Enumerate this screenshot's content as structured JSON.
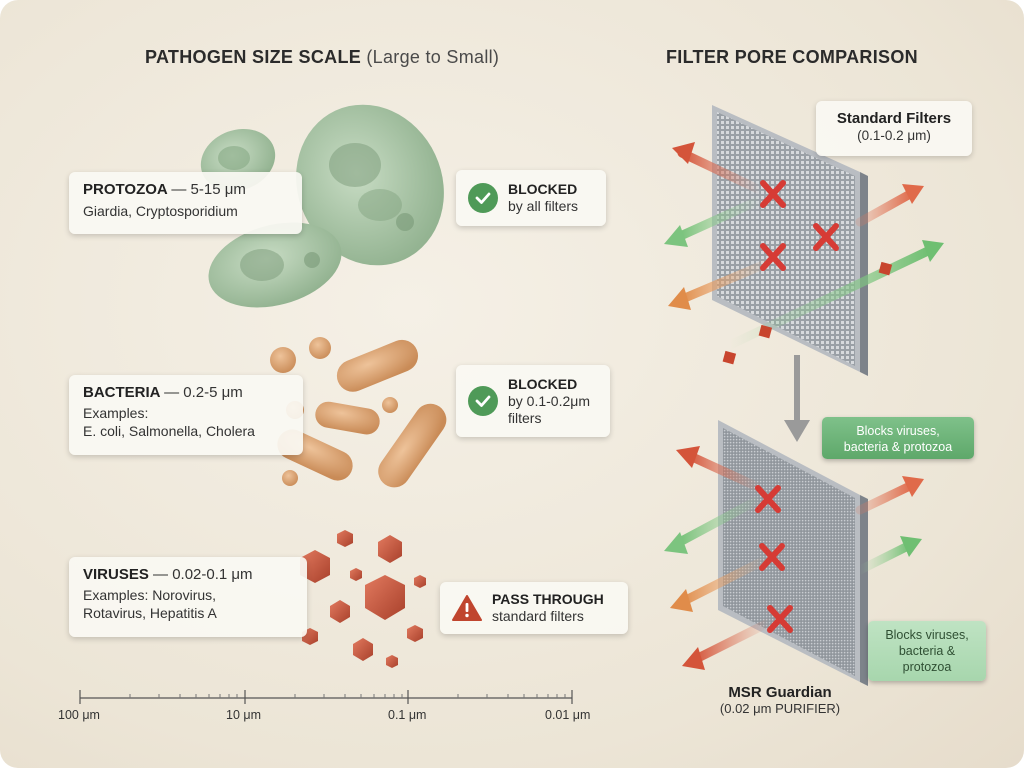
{
  "headings": {
    "left_bold": "PATHOGEN SIZE SCALE",
    "left_light": "(Large to Small)",
    "right": "FILTER PORE COMPARISON"
  },
  "pathogens": {
    "protozoa": {
      "name": "PROTOZOA",
      "range": "— 5-15 μm",
      "line1": "Giardia, Cryptosporidium"
    },
    "bacteria": {
      "name": "BACTERIA",
      "range": "— 0.2-5 μm",
      "line1": "Examples:",
      "line2": "E. coli, Salmonella, Cholera"
    },
    "viruses": {
      "name": "VIRUSES",
      "range": "— 0.02-0.1 μm",
      "line1": "Examples: Norovirus,",
      "line2": "Rotavirus, Hepatitis A"
    }
  },
  "statuses": {
    "protozoa": {
      "t1": "BLOCKED",
      "t2": "by all filters"
    },
    "bacteria": {
      "t1": "BLOCKED",
      "t2": "by 0.1-0.2μm",
      "t3": "filters"
    },
    "viruses": {
      "t1": "PASS THROUGH",
      "t2": "standard filters"
    }
  },
  "scale_axis": {
    "ticks": [
      "100 μm",
      "10 μm",
      "0.1 μm",
      "0.01 μm"
    ]
  },
  "filters": {
    "standard": {
      "label": "Standard Filters",
      "range": "(0.1-0.2 μm)"
    },
    "callout_top": {
      "l1": "Blocks viruses,",
      "l2": "bacteria & protozoa"
    },
    "callout_bottom": {
      "l1": "Blocks viruses,",
      "l2": "bacteria &",
      "l3": "protozoa"
    },
    "msr": {
      "name": "MSR Guardian",
      "spec": "(0.02 μm PURIFIER)"
    }
  },
  "colors": {
    "blocked_green": "#4f9a58",
    "warning_red": "#c0452e",
    "protozoa": "#a9c4a6",
    "bacteria": "#d9a373",
    "virus": "#c8573e"
  }
}
